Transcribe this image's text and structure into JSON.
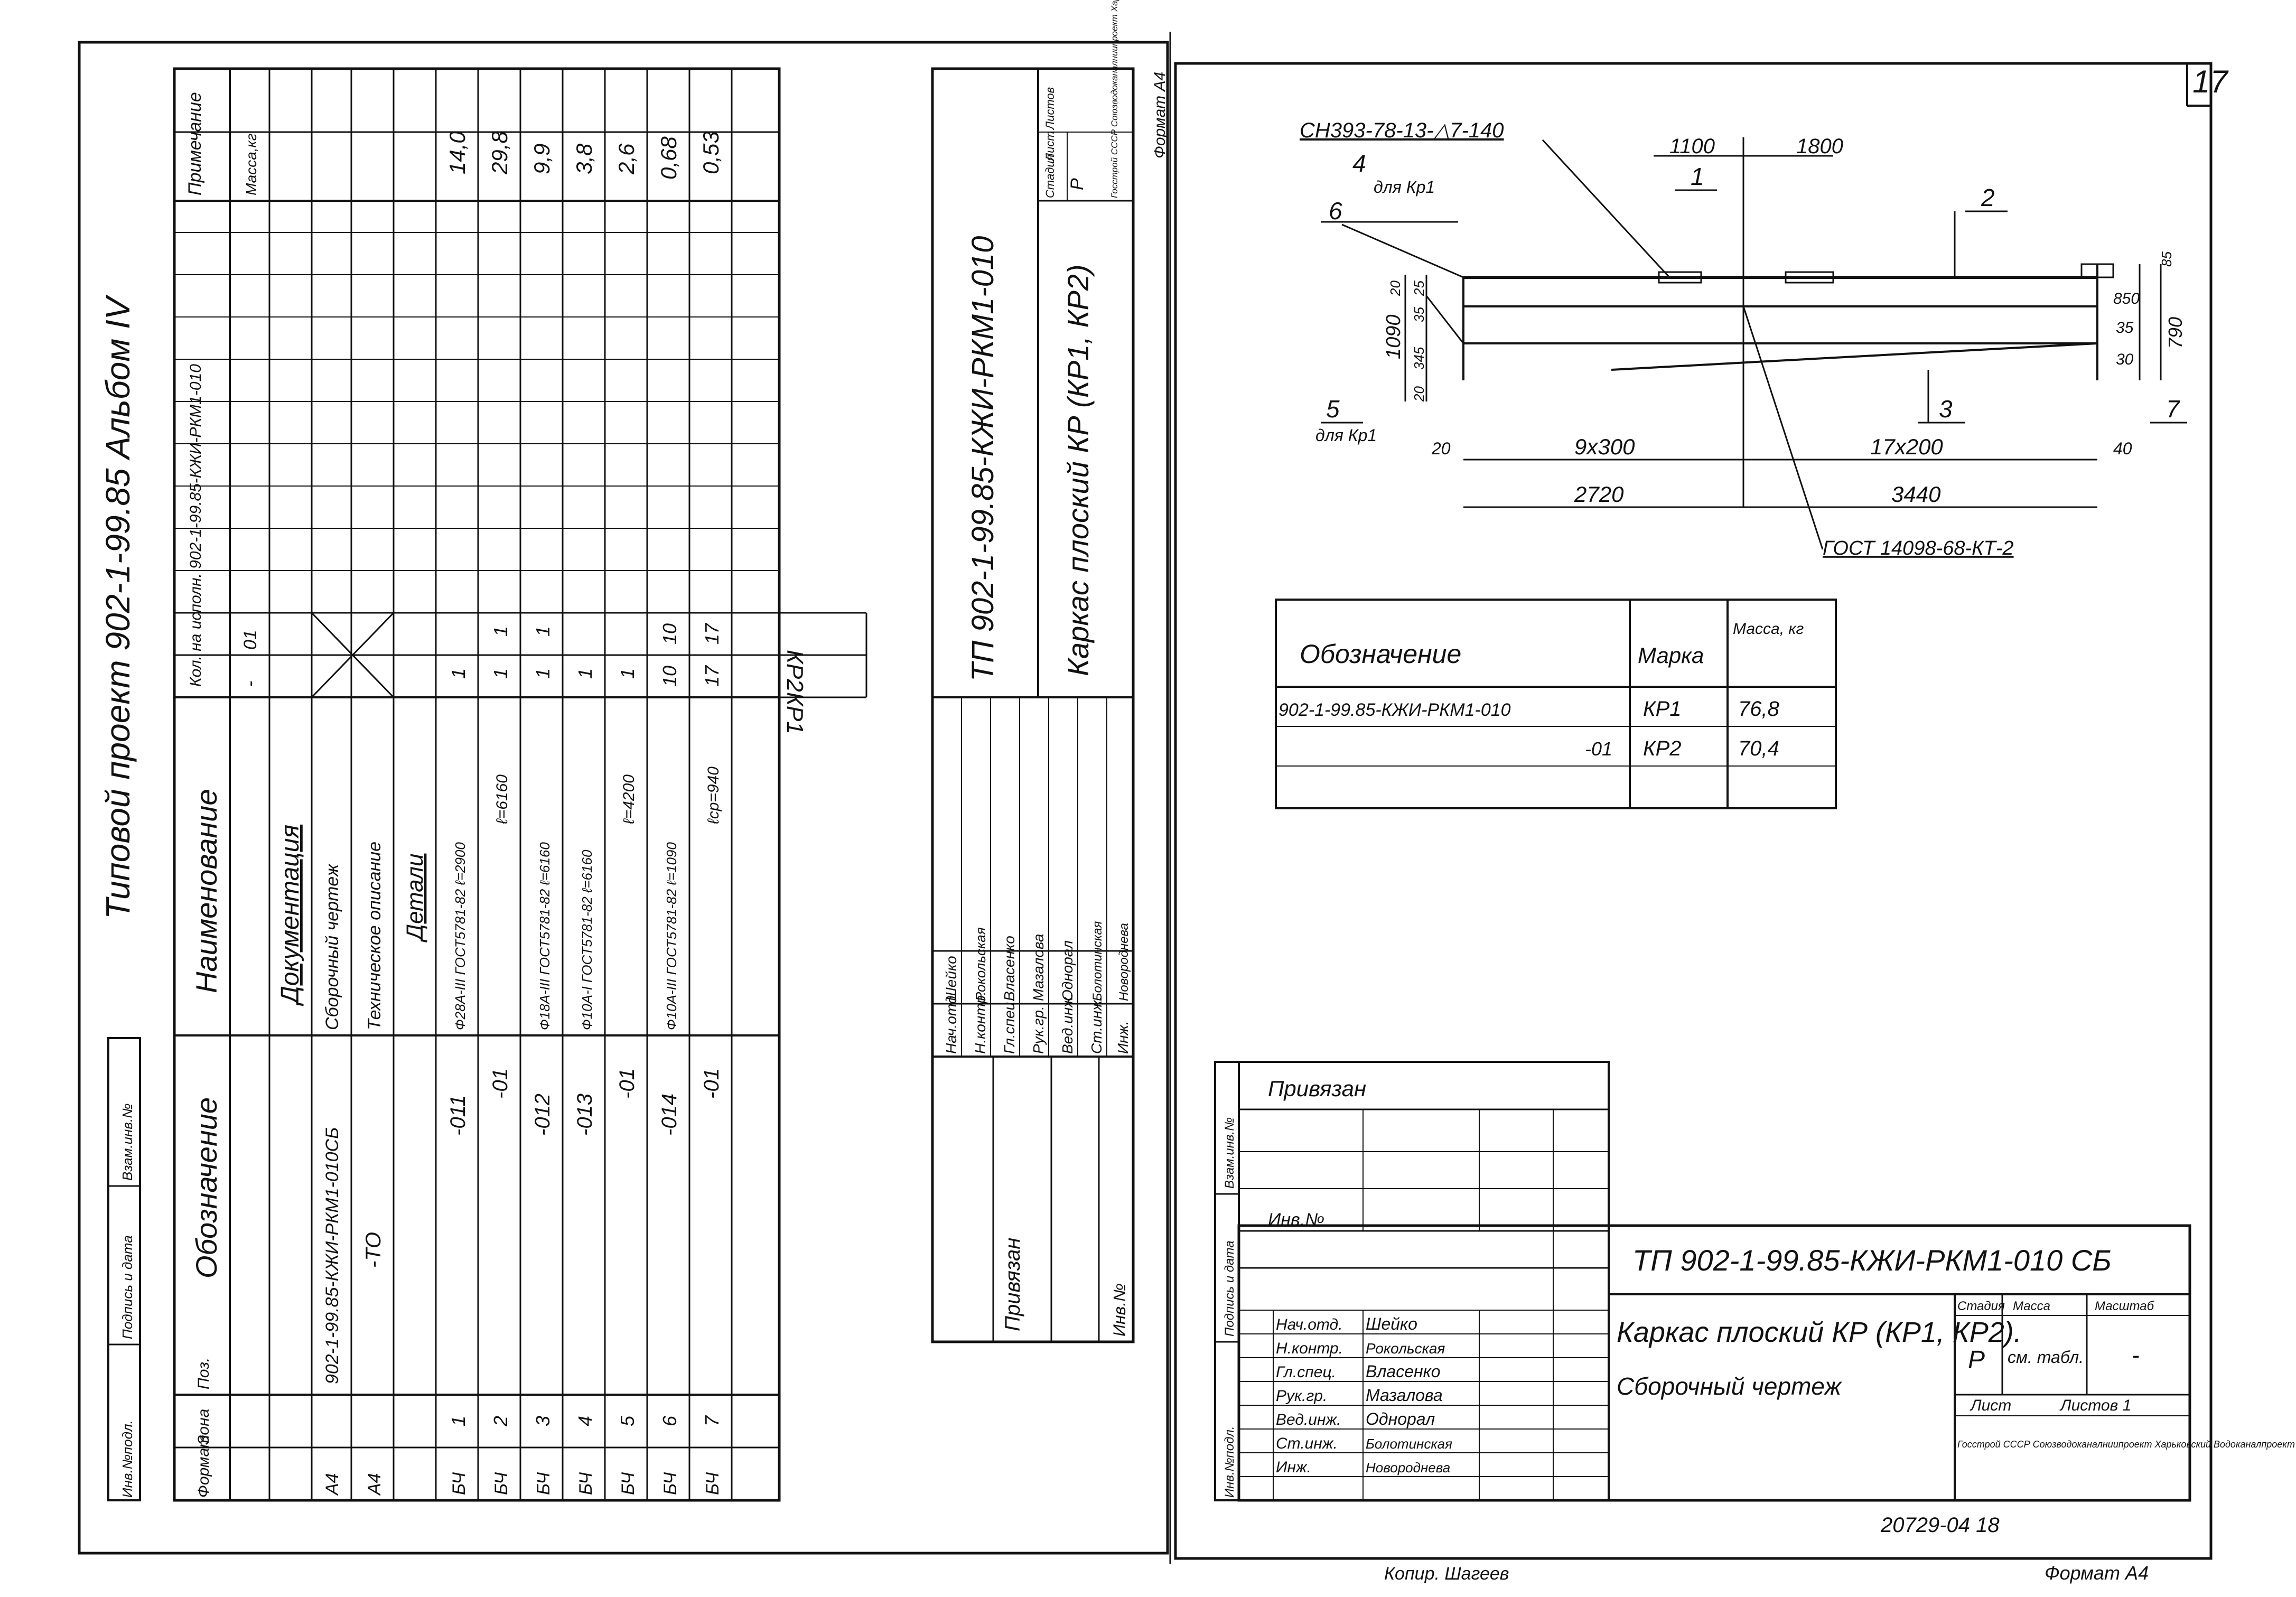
{
  "left_page": {
    "header": "Типовой проект 902-1-99.85 Альбом IV",
    "side_stamp": [
      "Инв.№подл.",
      "Подпись и дата",
      "Взам.инв.№"
    ],
    "spec": {
      "col_format": "Формат",
      "col_zone": "Зона",
      "col_pos": "Поз.",
      "col_designation": "Обозначение",
      "col_name": "Наименование",
      "col_qty": "Кол. на исполн. 902-1-99.85-КЖИ-РКМ1-010",
      "col_note": "Примечание",
      "qty_variants": [
        "-",
        "01"
      ],
      "note_unit": "Масса,кг",
      "rows": [
        {
          "format": "",
          "pos": "",
          "designation": "",
          "name": "Документация",
          "q1": "",
          "q2": "",
          "mass": ""
        },
        {
          "format": "А4",
          "pos": "",
          "designation": "902-1-99.85-КЖИ-РКМ1-010СБ",
          "name": "Сборочный чертеж",
          "q1": "",
          "q2": "",
          "mass": ""
        },
        {
          "format": "А4",
          "pos": "",
          "designation": "-ТО",
          "name": "Техническое описание",
          "q1": "",
          "q2": "",
          "mass": ""
        },
        {
          "format": "",
          "pos": "",
          "designation": "",
          "name": "Детали",
          "q1": "",
          "q2": "",
          "mass": ""
        },
        {
          "format": "БЧ",
          "pos": "1",
          "designation": "-011",
          "name": "Ф28А-III ГОСТ5781-82 ℓ=2900",
          "q1": "1",
          "q2": "",
          "mass": "14,0"
        },
        {
          "format": "БЧ",
          "pos": "2",
          "designation": "-01",
          "name": "ℓ=6160",
          "q1": "1",
          "q2": "1",
          "mass": "29,8"
        },
        {
          "format": "БЧ",
          "pos": "3",
          "designation": "-012",
          "name": "Ф18А-III ГОСТ5781-82 ℓ=6160",
          "q1": "1",
          "q2": "1",
          "mass": "9,9"
        },
        {
          "format": "БЧ",
          "pos": "4",
          "designation": "-013",
          "name": "Ф10А-I ГОСТ5781-82 ℓ=6160",
          "q1": "1",
          "q2": "",
          "mass": "3,8"
        },
        {
          "format": "БЧ",
          "pos": "5",
          "designation": "-01",
          "name": "ℓ=4200",
          "q1": "1",
          "q2": "",
          "mass": "2,6"
        },
        {
          "format": "БЧ",
          "pos": "6",
          "designation": "-014",
          "name": "Ф10А-III ГОСТ5781-82 ℓ=1090",
          "q1": "10",
          "q2": "10",
          "mass": "0,68"
        },
        {
          "format": "БЧ",
          "pos": "7",
          "designation": "-01",
          "name": "ℓср=940",
          "q1": "17",
          "q2": "17",
          "mass": "0,53"
        }
      ],
      "footer_marks": [
        "КР1",
        "КР2"
      ]
    },
    "title_block": {
      "code": "ТП 902-1-99.85-КЖИ-РКМ1-010",
      "title": "Каркас плоский КР (КР1, КР2)",
      "stage_head": "Стадия",
      "sheet_head": "Лист",
      "sheets_head": "Листов",
      "stage": "Р",
      "org": "Госстрой СССР Союзводоканалниипроект Харьковский Водоканалпроект",
      "format": "Формат А4",
      "signers": [
        {
          "role": "Нач.отд.",
          "name": "Шейко"
        },
        {
          "role": "Н.контр.",
          "name": "Рокольская"
        },
        {
          "role": "Гл.спец.",
          "name": "Власенко"
        },
        {
          "role": "Рук.гр.",
          "name": "Мазалова"
        },
        {
          "role": "Вед.инж.",
          "name": "Однорал"
        },
        {
          "role": "Ст.инж.",
          "name": "Болотинская"
        },
        {
          "role": "Инж.",
          "name": "Новороднева"
        }
      ],
      "bound": "Привязан",
      "inv": "Инв.№"
    }
  },
  "right_page": {
    "page_number": "17",
    "drawing": {
      "ref_top": "СН393-78-13-△7-140",
      "ref_bottom": "ГОСТ 14098-68-КТ-2",
      "dims_top": [
        "1100",
        "1800"
      ],
      "dims_bottom": [
        "20",
        "9x300",
        "17x200",
        "40",
        "2720",
        "3440"
      ],
      "dims_left": [
        "1090",
        "345",
        "35",
        "20",
        "25",
        "20"
      ],
      "dims_right": [
        "85",
        "850",
        "35",
        "30",
        "790"
      ],
      "callouts": [
        "1",
        "2",
        "3",
        "4",
        "5",
        "6",
        "7"
      ],
      "note_kr1a": "для Кр1",
      "note_kr1b": "для Кр1"
    },
    "table": {
      "h_designation": "Обозначение",
      "h_mark": "Марка",
      "h_mass": "Масса, кг",
      "rows": [
        {
          "designation": "902-1-99.85-КЖИ-РКМ1-010",
          "mark": "КР1",
          "mass": "76,8"
        },
        {
          "designation": "-01",
          "mark": "КР2",
          "mass": "70,4"
        }
      ]
    },
    "title_block": {
      "bound": "Привязан",
      "inv": "Инв.№",
      "code": "ТП 902-1-99.85-КЖИ-РКМ1-010 СБ",
      "title": "Каркас плоский КР (КР1, КР2).",
      "subtitle": "Сборочный чертеж",
      "stage_head": "Стадия",
      "mass_head": "Масса",
      "scale_head": "Масштаб",
      "stage": "Р",
      "mass": "см. табл.",
      "scale": "-",
      "sheet": "Лист",
      "sheets": "Листов 1",
      "org": "Госстрой СССР Союзводоканалниипроект Харьковский Водоканалпроект",
      "signers": [
        {
          "role": "Нач.отд.",
          "name": "Шейко"
        },
        {
          "role": "Н.контр.",
          "name": "Рокольская"
        },
        {
          "role": "Гл.спец.",
          "name": "Власенко"
        },
        {
          "role": "Рук.гр.",
          "name": "Мазалова"
        },
        {
          "role": "Вед.инж.",
          "name": "Однорал"
        },
        {
          "role": "Ст.инж.",
          "name": "Болотинская"
        },
        {
          "role": "Инж.",
          "name": "Новороднева"
        }
      ]
    },
    "footer_code": "20729-04   18",
    "copied": "Копир. Шагеев",
    "format": "Формат А4"
  }
}
